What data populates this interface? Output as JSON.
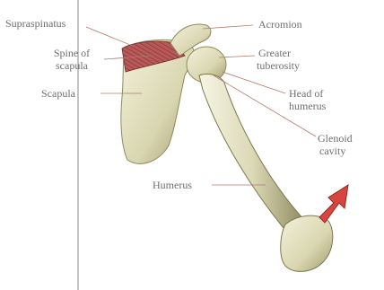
{
  "labels": {
    "supraspinatus": "Supraspinatus",
    "spine_of_scapula_line1": "Spine of",
    "spine_of_scapula_line2": "scapula",
    "scapula": "Scapula",
    "acromion": "Acromion",
    "greater_tuberosity_line1": "Greater",
    "greater_tuberosity_line2": "tuberosity",
    "head_of_humerus_line1": "Head of",
    "head_of_humerus_line2": "humerus",
    "glenoid_cavity_line1": "Glenoid",
    "glenoid_cavity_line2": "cavity",
    "humerus": "Humerus"
  },
  "colors": {
    "bone": "#e8e6c8",
    "bone_shadow": "#a9a57a",
    "muscle": "#b85a5a",
    "arrow": "#d9453c",
    "leader_line": "#b07a6a"
  }
}
